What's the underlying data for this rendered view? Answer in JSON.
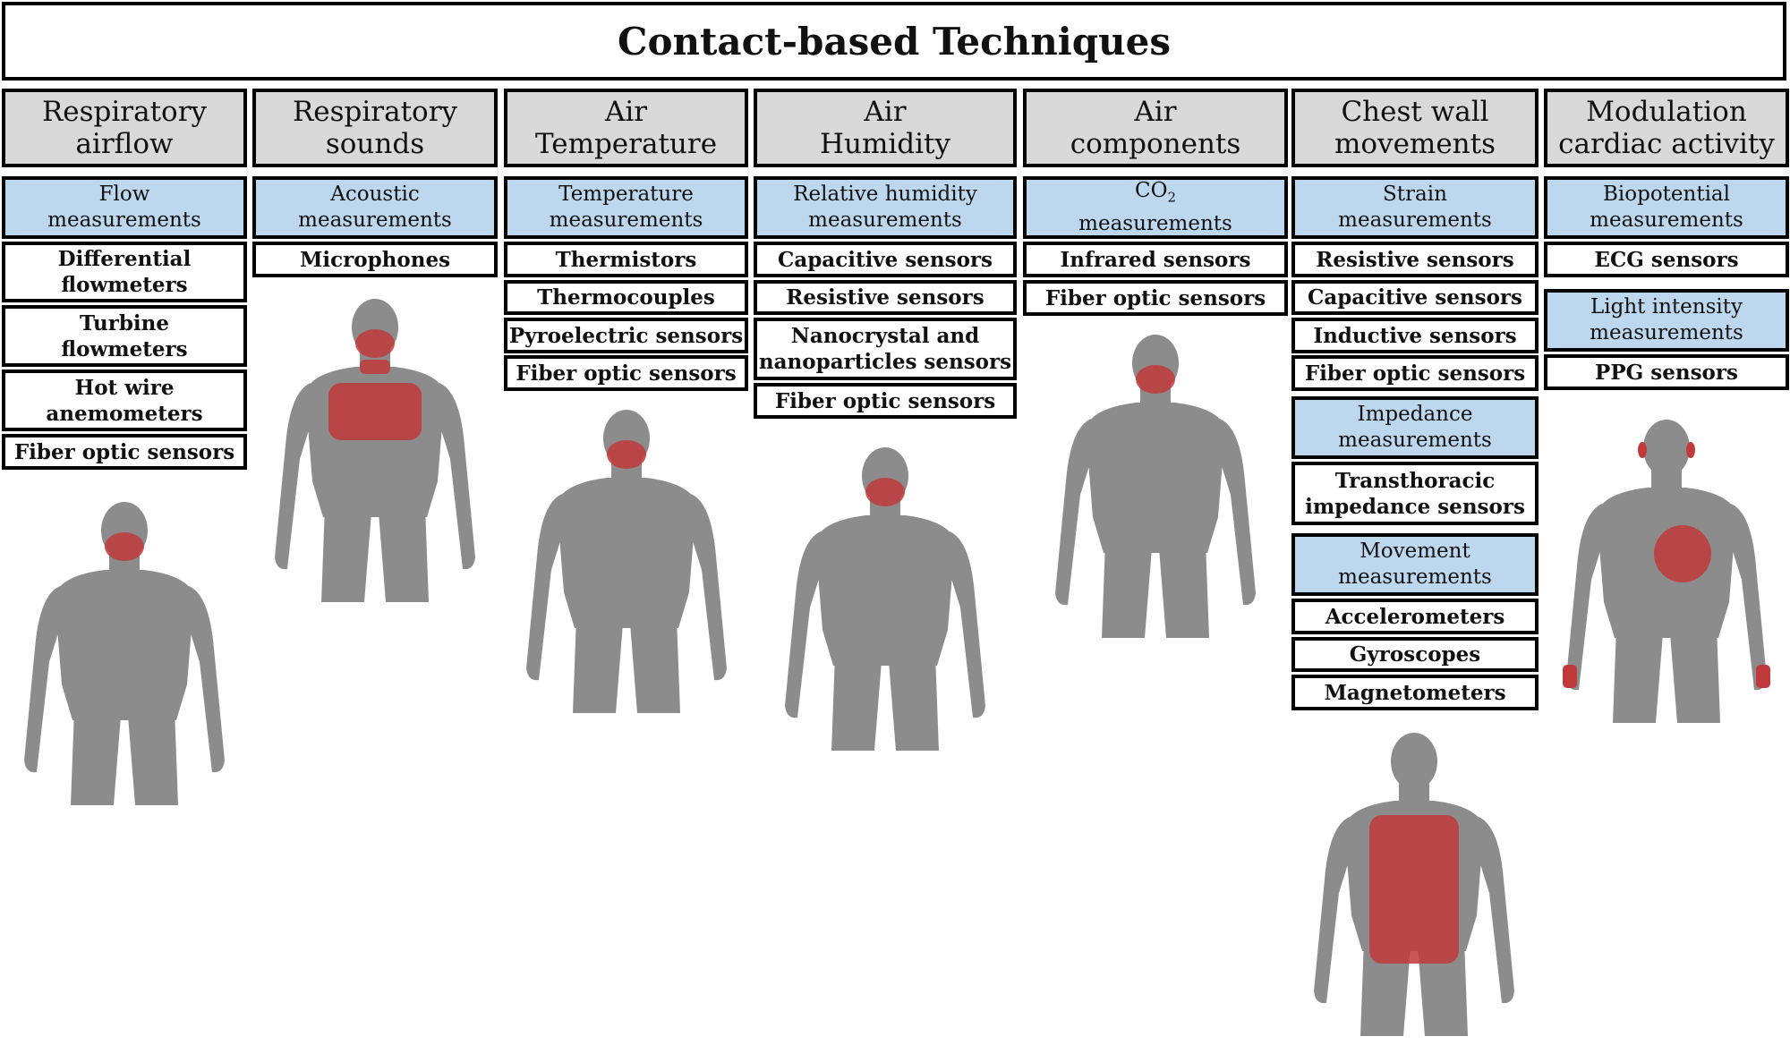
{
  "title": "Contact-based Techniques",
  "colors": {
    "header": "#d9d9d9",
    "category": "#bdd7ee",
    "highlight": "#c0393b",
    "body": "#8c8c8c"
  },
  "columns": [
    {
      "id": "respiratory-airflow",
      "header": [
        "Respiratory",
        "airflow"
      ],
      "groups": [
        {
          "category": [
            "Flow",
            "measurements"
          ],
          "items": [
            [
              "Differential",
              "flowmeters"
            ],
            [
              "Turbine",
              "flowmeters"
            ],
            [
              "Hot wire",
              "anemometers"
            ],
            [
              "Fiber optic sensors"
            ]
          ]
        }
      ],
      "highlight": [
        "mouth-nose"
      ]
    },
    {
      "id": "respiratory-sounds",
      "header": [
        "Respiratory",
        "sounds"
      ],
      "groups": [
        {
          "category": [
            "Acoustic",
            "measurements"
          ],
          "items": [
            [
              "Microphones"
            ]
          ]
        }
      ],
      "highlight": [
        "mouth-nose",
        "throat",
        "chest"
      ]
    },
    {
      "id": "air-temperature",
      "header": [
        "Air",
        "Temperature"
      ],
      "groups": [
        {
          "category": [
            "Temperature",
            "measurements"
          ],
          "items": [
            [
              "Thermistors"
            ],
            [
              "Thermocouples"
            ],
            [
              "Pyroelectric sensors"
            ],
            [
              "Fiber optic sensors"
            ]
          ]
        }
      ],
      "highlight": [
        "mouth-nose"
      ]
    },
    {
      "id": "air-humidity",
      "header": [
        "Air",
        "Humidity"
      ],
      "groups": [
        {
          "category": [
            "Relative humidity",
            "measurements"
          ],
          "items": [
            [
              "Capacitive sensors"
            ],
            [
              "Resistive sensors"
            ],
            [
              "Nanocrystal and",
              "nanoparticles sensors"
            ],
            [
              "Fiber optic sensors"
            ]
          ]
        }
      ],
      "highlight": [
        "mouth-nose"
      ]
    },
    {
      "id": "air-components",
      "header": [
        "Air",
        "components"
      ],
      "groups": [
        {
          "category": [
            "CO",
            "measurements"
          ],
          "category_sub": "2",
          "items": [
            [
              "Infrared sensors"
            ],
            [
              "Fiber optic sensors"
            ]
          ]
        }
      ],
      "highlight": [
        "mouth-nose"
      ]
    },
    {
      "id": "chest-wall-movements",
      "header": [
        "Chest wall",
        "movements"
      ],
      "groups": [
        {
          "category": [
            "Strain",
            "measurements"
          ],
          "items": [
            [
              "Resistive sensors"
            ],
            [
              "Capacitive sensors"
            ],
            [
              "Inductive sensors"
            ],
            [
              "Fiber optic sensors"
            ]
          ]
        },
        {
          "category": [
            "Impedance",
            "measurements"
          ],
          "items": [
            [
              "Transthoracic",
              "impedance sensors"
            ]
          ]
        },
        {
          "category": [
            "Movement",
            "measurements"
          ],
          "items": [
            [
              "Accelerometers"
            ],
            [
              "Gyroscopes"
            ],
            [
              "Magnetometers"
            ]
          ]
        }
      ],
      "highlight": [
        "torso"
      ]
    },
    {
      "id": "modulation-cardiac-activity",
      "header": [
        "Modulation",
        "cardiac activity"
      ],
      "groups": [
        {
          "category": [
            "Biopotential",
            "measurements"
          ],
          "items": [
            [
              "ECG sensors"
            ]
          ]
        },
        {
          "category": [
            "Light intensity",
            "measurements"
          ],
          "items": [
            [
              "PPG sensors"
            ]
          ]
        }
      ],
      "highlight": [
        "heart",
        "ears",
        "wrists"
      ]
    }
  ]
}
